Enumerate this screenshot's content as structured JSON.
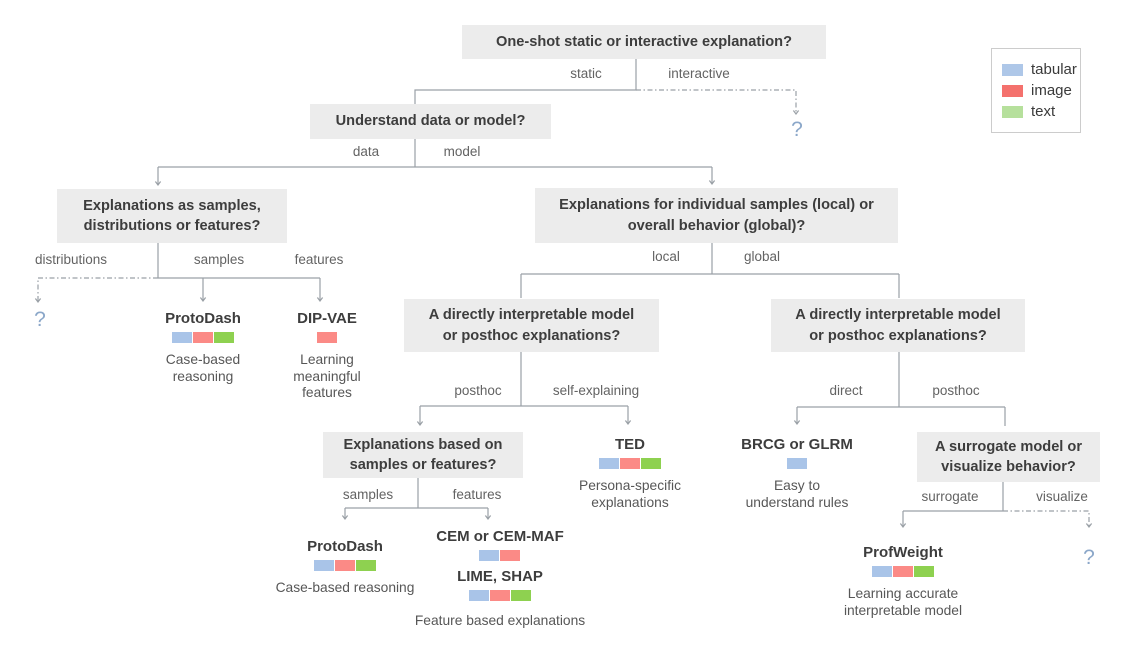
{
  "questions": {
    "oneshot": "One-shot static or interactive explanation?",
    "data_or_model": "Understand data or model?",
    "samples_dist_features": "Explanations as samples,\ndistributions or features?",
    "local_or_global": "Explanations for individual samples (local) or\noverall behavior (global)?",
    "interpretable_posthoc_local": "A directly interpretable model\nor posthoc explanations?",
    "interpretable_posthoc_global": "A directly interpretable model\nor posthoc explanations?",
    "samples_or_features": "Explanations based on\nsamples or features?",
    "surrogate_or_visualize": "A surrogate model or\nvisualize behavior?"
  },
  "branches": {
    "static": "static",
    "interactive": "interactive",
    "data": "data",
    "model": "model",
    "distributions": "distributions",
    "samples_data": "samples",
    "features_data": "features",
    "local": "local",
    "global": "global",
    "posthoc_local": "posthoc",
    "self_explaining": "self-explaining",
    "samples_local": "samples",
    "features_local": "features",
    "direct": "direct",
    "posthoc_global": "posthoc",
    "surrogate": "surrogate",
    "visualize": "visualize"
  },
  "algorithms": {
    "protodash_data": {
      "name": "ProtoDash",
      "modalities": [
        "tabular",
        "image",
        "text"
      ],
      "caption": "Case-based\nreasoning"
    },
    "dip_vae": {
      "name": "DIP-VAE",
      "modalities": [
        "image"
      ],
      "caption": "Learning\nmeaningful\nfeatures"
    },
    "ted": {
      "name": "TED",
      "modalities": [
        "tabular",
        "image",
        "text"
      ],
      "caption": "Persona-specific\nexplanations"
    },
    "protodash_local": {
      "name": "ProtoDash",
      "modalities": [
        "tabular",
        "image",
        "text"
      ],
      "caption": "Case-based reasoning"
    },
    "cem": {
      "name": "CEM or CEM-MAF",
      "modalities": [
        "tabular",
        "image"
      ]
    },
    "lime_shap": {
      "name": "LIME, SHAP",
      "modalities": [
        "tabular",
        "image",
        "text"
      ],
      "caption": "Feature based explanations"
    },
    "brcg_glrm": {
      "name": "BRCG or GLRM",
      "modalities": [
        "tabular"
      ],
      "caption": "Easy to\nunderstand rules"
    },
    "profweight": {
      "name": "ProfWeight",
      "modalities": [
        "tabular",
        "image",
        "text"
      ],
      "caption": "Learning accurate\ninterpretable model"
    }
  },
  "unknown_marker": "?",
  "legend": {
    "items": [
      {
        "id": "tabular",
        "label": "tabular"
      },
      {
        "id": "image",
        "label": "image"
      },
      {
        "id": "text",
        "label": "text"
      }
    ]
  },
  "colors": {
    "chip": {
      "tabular": "#a9c4e8",
      "image": "#fb8a86",
      "text": "#8ed150"
    },
    "legend": {
      "tabular": "#aec7e8",
      "image": "#f4716d",
      "text": "#b6e09c"
    },
    "line": "#9aa0a6",
    "question_bg": "#ececec",
    "unknown": "#8ba7c9"
  }
}
